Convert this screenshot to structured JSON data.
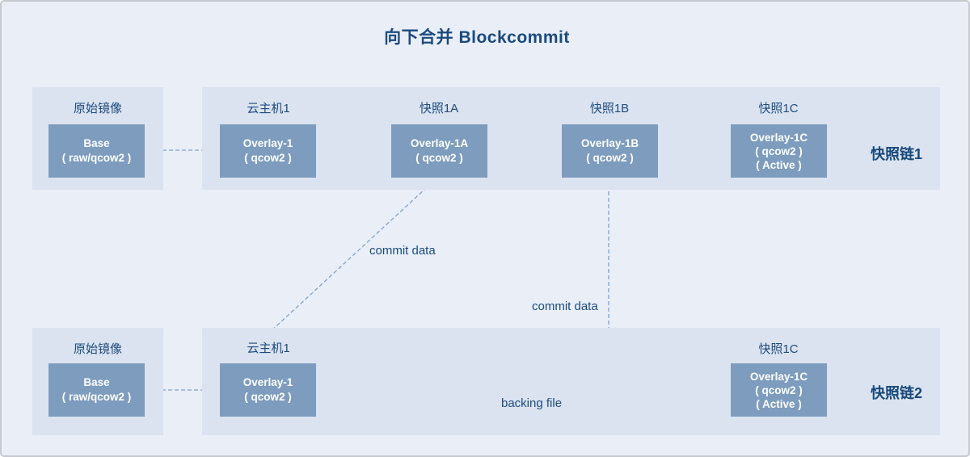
{
  "title": "向下合并 Blockcommit",
  "colors": {
    "background": "#e9eef7",
    "panel": "#dbe3f0",
    "box": "#7d9cbe",
    "box_text": "#ffffff",
    "label": "#1c4b7e",
    "arrow": "#7fa3c9"
  },
  "chain1": {
    "name": "快照链1",
    "origin": {
      "label": "原始镜像",
      "box_lines": [
        "Base",
        "( raw/qcow2 )"
      ]
    },
    "nodes": [
      {
        "label": "云主机1",
        "box_lines": [
          "Overlay-1",
          "( qcow2 )"
        ]
      },
      {
        "label": "快照1A",
        "box_lines": [
          "Overlay-1A",
          "( qcow2 )"
        ]
      },
      {
        "label": "快照1B",
        "box_lines": [
          "Overlay-1B",
          "( qcow2 )"
        ]
      },
      {
        "label": "快照1C",
        "box_lines": [
          "Overlay-1C",
          "( qcow2 )",
          "( Active )"
        ]
      }
    ]
  },
  "chain2": {
    "name": "快照链2",
    "origin": {
      "label": "原始镜像",
      "box_lines": [
        "Base",
        "( raw/qcow2 )"
      ]
    },
    "nodes": [
      {
        "label": "云主机1",
        "box_lines": [
          "Overlay-1",
          "( qcow2 )"
        ]
      },
      {
        "label": "快照1C",
        "box_lines": [
          "Overlay-1C",
          "( qcow2 )",
          "( Active )"
        ]
      }
    ]
  },
  "annotations": {
    "commit_data_a": "commit data",
    "commit_data_b": "commit data",
    "backing_file": "backing file"
  }
}
